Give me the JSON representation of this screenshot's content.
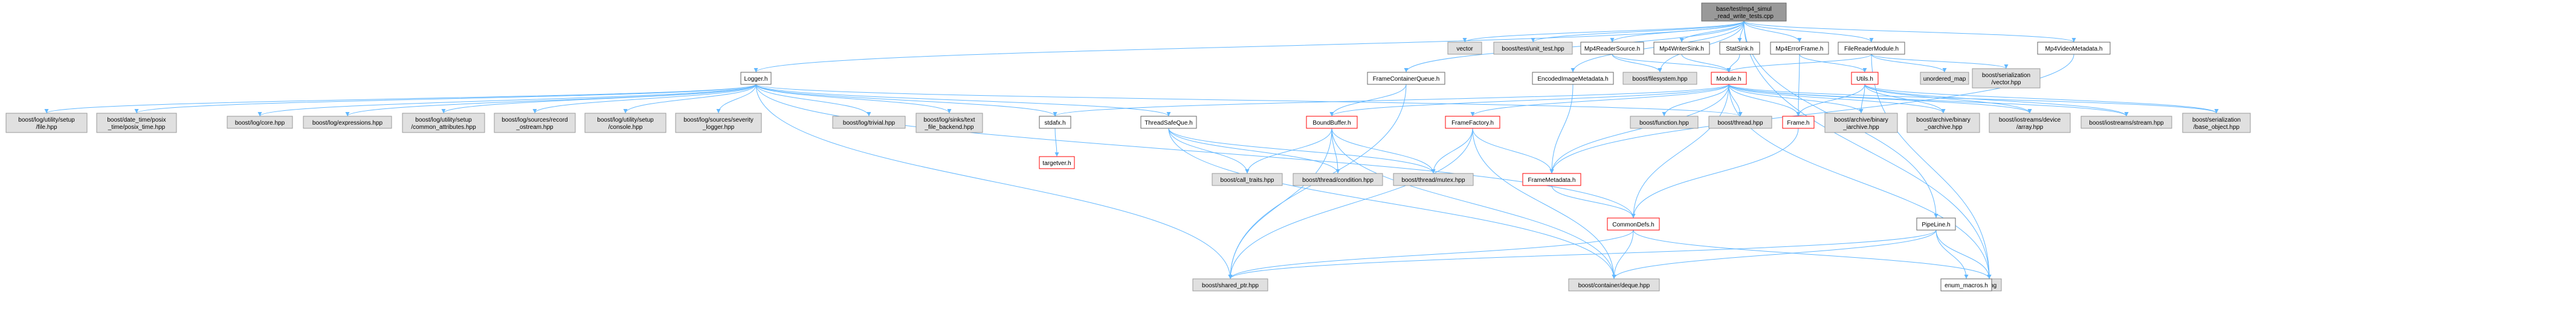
{
  "graph": {
    "colors": {
      "edge": "#63b8ff",
      "root_fill": "#999999",
      "root_stroke": "#666666",
      "doc_fill": "#ffffff",
      "doc_stroke": "#666666",
      "ext_fill": "#e0e0e0",
      "ext_stroke": "#999999",
      "incomplete_stroke": "#ff0000"
    },
    "nodes": [
      {
        "id": "root",
        "lines": [
          "base/test/mp4_simul",
          "_read_write_tests.cpp"
        ],
        "kind": "root"
      },
      {
        "id": "vector",
        "lines": [
          "vector"
        ],
        "kind": "ext"
      },
      {
        "id": "unittest",
        "lines": [
          "boost/test/unit_test.hpp"
        ],
        "kind": "ext"
      },
      {
        "id": "mp4readersource",
        "lines": [
          "Mp4ReaderSource.h"
        ],
        "kind": "doc"
      },
      {
        "id": "mp4writersink",
        "lines": [
          "Mp4WriterSink.h"
        ],
        "kind": "doc"
      },
      {
        "id": "statsink",
        "lines": [
          "StatSink.h"
        ],
        "kind": "doc"
      },
      {
        "id": "mp4errorframe",
        "lines": [
          "Mp4ErrorFrame.h"
        ],
        "kind": "doc"
      },
      {
        "id": "filereadermodule",
        "lines": [
          "FileReaderModule.h"
        ],
        "kind": "doc"
      },
      {
        "id": "mp4videometadata",
        "lines": [
          "Mp4VideoMetadata.h"
        ],
        "kind": "doc"
      },
      {
        "id": "logger",
        "lines": [
          "Logger.h"
        ],
        "kind": "doc"
      },
      {
        "id": "framecontainerqueue",
        "lines": [
          "FrameContainerQueue.h"
        ],
        "kind": "doc"
      },
      {
        "id": "encodedimagemetadata",
        "lines": [
          "EncodedImageMetadata.h"
        ],
        "kind": "doc"
      },
      {
        "id": "filesystem",
        "lines": [
          "boost/filesystem.hpp"
        ],
        "kind": "ext"
      },
      {
        "id": "module",
        "lines": [
          "Module.h"
        ],
        "kind": "incomplete"
      },
      {
        "id": "utils",
        "lines": [
          "Utils.h"
        ],
        "kind": "incomplete"
      },
      {
        "id": "unordered_map",
        "lines": [
          "unordered_map"
        ],
        "kind": "ext"
      },
      {
        "id": "serializationvector",
        "lines": [
          "boost/serialization",
          "/vector.hpp"
        ],
        "kind": "ext"
      },
      {
        "id": "logfile",
        "lines": [
          "boost/log/utility/setup",
          "/file.hpp"
        ],
        "kind": "ext"
      },
      {
        "id": "posixtime",
        "lines": [
          "boost/date_time/posix",
          "_time/posix_time.hpp"
        ],
        "kind": "ext"
      },
      {
        "id": "logcore",
        "lines": [
          "boost/log/core.hpp"
        ],
        "kind": "ext"
      },
      {
        "id": "logexpressions",
        "lines": [
          "boost/log/expressions.hpp"
        ],
        "kind": "ext"
      },
      {
        "id": "logcommonattr",
        "lines": [
          "boost/log/utility/setup",
          "/common_attributes.hpp"
        ],
        "kind": "ext"
      },
      {
        "id": "logrecordostream",
        "lines": [
          "boost/log/sources/record",
          "_ostream.hpp"
        ],
        "kind": "ext"
      },
      {
        "id": "logconsole",
        "lines": [
          "boost/log/utility/setup",
          "/console.hpp"
        ],
        "kind": "ext"
      },
      {
        "id": "logseveritylogger",
        "lines": [
          "boost/log/sources/severity",
          "_logger.hpp"
        ],
        "kind": "ext"
      },
      {
        "id": "logtrivial",
        "lines": [
          "boost/log/trivial.hpp"
        ],
        "kind": "ext"
      },
      {
        "id": "logtextfilebackend",
        "lines": [
          "boost/log/sinks/text",
          "_file_backend.hpp"
        ],
        "kind": "ext"
      },
      {
        "id": "stdafx",
        "lines": [
          "stdafx.h"
        ],
        "kind": "doc"
      },
      {
        "id": "threadsafeque",
        "lines": [
          "ThreadSafeQue.h"
        ],
        "kind": "doc"
      },
      {
        "id": "boundbuffer",
        "lines": [
          "BoundBuffer.h"
        ],
        "kind": "incomplete"
      },
      {
        "id": "framefactory",
        "lines": [
          "FrameFactory.h"
        ],
        "kind": "incomplete"
      },
      {
        "id": "function",
        "lines": [
          "boost/function.hpp"
        ],
        "kind": "ext"
      },
      {
        "id": "thread",
        "lines": [
          "boost/thread.hpp"
        ],
        "kind": "ext"
      },
      {
        "id": "frame",
        "lines": [
          "Frame.h"
        ],
        "kind": "incomplete"
      },
      {
        "id": "binaryiarchive",
        "lines": [
          "boost/archive/binary",
          "_iarchive.hpp"
        ],
        "kind": "ext"
      },
      {
        "id": "binaryoarchive",
        "lines": [
          "boost/archive/binary",
          "_oarchive.hpp"
        ],
        "kind": "ext"
      },
      {
        "id": "iostreamsdevicearray",
        "lines": [
          "boost/iostreams/device",
          "/array.hpp"
        ],
        "kind": "ext"
      },
      {
        "id": "iostreamsstream",
        "lines": [
          "boost/iostreams/stream.hpp"
        ],
        "kind": "ext"
      },
      {
        "id": "serializationbaseobject",
        "lines": [
          "boost/serialization",
          "/base_object.hpp"
        ],
        "kind": "ext"
      },
      {
        "id": "targetver",
        "lines": [
          "targetver.h"
        ],
        "kind": "incomplete"
      },
      {
        "id": "calltraits",
        "lines": [
          "boost/call_traits.hpp"
        ],
        "kind": "ext"
      },
      {
        "id": "threadcondition",
        "lines": [
          "boost/thread/condition.hpp"
        ],
        "kind": "ext"
      },
      {
        "id": "threadmutex",
        "lines": [
          "boost/thread/mutex.hpp"
        ],
        "kind": "ext"
      },
      {
        "id": "framemetadata",
        "lines": [
          "FrameMetadata.h"
        ],
        "kind": "incomplete"
      },
      {
        "id": "commondefs",
        "lines": [
          "CommonDefs.h"
        ],
        "kind": "incomplete"
      },
      {
        "id": "pipeline",
        "lines": [
          "PipeLine.h"
        ],
        "kind": "doc"
      },
      {
        "id": "sharedptr",
        "lines": [
          "boost/shared_ptr.hpp"
        ],
        "kind": "ext"
      },
      {
        "id": "containerdeque",
        "lines": [
          "boost/container/deque.hpp"
        ],
        "kind": "ext"
      },
      {
        "id": "string",
        "lines": [
          "string"
        ],
        "kind": "ext"
      },
      {
        "id": "enummacros",
        "lines": [
          "enum_macros.h"
        ],
        "kind": "doc"
      }
    ],
    "edges": [
      [
        "root",
        "vector"
      ],
      [
        "root",
        "unittest"
      ],
      [
        "root",
        "mp4readersource"
      ],
      [
        "root",
        "mp4writersink"
      ],
      [
        "root",
        "statsink"
      ],
      [
        "root",
        "mp4errorframe"
      ],
      [
        "root",
        "filereadermodule"
      ],
      [
        "root",
        "mp4videometadata"
      ],
      [
        "root",
        "logger"
      ],
      [
        "root",
        "framecontainerqueue"
      ],
      [
        "root",
        "encodedimagemetadata"
      ],
      [
        "root",
        "filesystem"
      ],
      [
        "root",
        "pipeline"
      ],
      [
        "root",
        "string"
      ],
      [
        "mp4readersource",
        "module"
      ],
      [
        "mp4readersource",
        "filesystem"
      ],
      [
        "mp4writersink",
        "module"
      ],
      [
        "statsink",
        "module"
      ],
      [
        "mp4errorframe",
        "utils"
      ],
      [
        "mp4errorframe",
        "frame"
      ],
      [
        "filereadermodule",
        "module"
      ],
      [
        "filereadermodule",
        "unordered_map"
      ],
      [
        "filereadermodule",
        "serializationvector"
      ],
      [
        "filereadermodule",
        "string"
      ],
      [
        "mp4videometadata",
        "framemetadata"
      ],
      [
        "logger",
        "logfile"
      ],
      [
        "logger",
        "posixtime"
      ],
      [
        "logger",
        "logcore"
      ],
      [
        "logger",
        "logexpressions"
      ],
      [
        "logger",
        "logcommonattr"
      ],
      [
        "logger",
        "logrecordostream"
      ],
      [
        "logger",
        "logconsole"
      ],
      [
        "logger",
        "logseveritylogger"
      ],
      [
        "logger",
        "logtrivial"
      ],
      [
        "logger",
        "logtextfilebackend"
      ],
      [
        "logger",
        "stdafx"
      ],
      [
        "logger",
        "threadsafeque"
      ],
      [
        "logger",
        "thread"
      ],
      [
        "logger",
        "commondefs"
      ],
      [
        "logger",
        "sharedptr"
      ],
      [
        "framecontainerqueue",
        "boundbuffer"
      ],
      [
        "framecontainerqueue",
        "sharedptr"
      ],
      [
        "encodedimagemetadata",
        "framemetadata"
      ],
      [
        "module",
        "boundbuffer"
      ],
      [
        "module",
        "framefactory"
      ],
      [
        "module",
        "function"
      ],
      [
        "module",
        "thread"
      ],
      [
        "module",
        "frame"
      ],
      [
        "module",
        "binaryiarchive"
      ],
      [
        "module",
        "binaryoarchive"
      ],
      [
        "module",
        "iostreamsdevicearray"
      ],
      [
        "module",
        "iostreamsstream"
      ],
      [
        "module",
        "serializationbaseobject"
      ],
      [
        "module",
        "framemetadata"
      ],
      [
        "module",
        "commondefs"
      ],
      [
        "module",
        "stdafx"
      ],
      [
        "module",
        "string"
      ],
      [
        "utils",
        "frame"
      ],
      [
        "utils",
        "binaryiarchive"
      ],
      [
        "utils",
        "binaryoarchive"
      ],
      [
        "utils",
        "iostreamsdevicearray"
      ],
      [
        "utils",
        "iostreamsstream"
      ],
      [
        "utils",
        "serializationbaseobject"
      ],
      [
        "stdafx",
        "targetver"
      ],
      [
        "threadsafeque",
        "calltraits"
      ],
      [
        "threadsafeque",
        "threadcondition"
      ],
      [
        "threadsafeque",
        "threadmutex"
      ],
      [
        "threadsafeque",
        "containerdeque"
      ],
      [
        "boundbuffer",
        "calltraits"
      ],
      [
        "boundbuffer",
        "threadcondition"
      ],
      [
        "boundbuffer",
        "threadmutex"
      ],
      [
        "boundbuffer",
        "containerdeque"
      ],
      [
        "boundbuffer",
        "sharedptr"
      ],
      [
        "framefactory",
        "framemetadata"
      ],
      [
        "framefactory",
        "threadmutex"
      ],
      [
        "framefactory",
        "sharedptr"
      ],
      [
        "framefactory",
        "containerdeque"
      ],
      [
        "frame",
        "commondefs"
      ],
      [
        "framemetadata",
        "commondefs"
      ],
      [
        "commondefs",
        "sharedptr"
      ],
      [
        "commondefs",
        "containerdeque"
      ],
      [
        "commondefs",
        "string"
      ],
      [
        "pipeline",
        "enummacros"
      ],
      [
        "pipeline",
        "sharedptr"
      ],
      [
        "pipeline",
        "containerdeque"
      ],
      [
        "pipeline",
        "string"
      ]
    ]
  }
}
